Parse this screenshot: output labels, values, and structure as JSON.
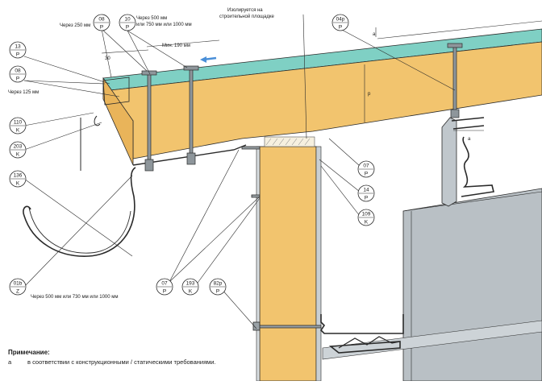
{
  "labels": {
    "every_250": "Через 250 мм",
    "every_500_750_1000": "Через 500 мм",
    "every_500_750_1000_b": "или 750 мм или 1000 мм",
    "min_190": "Мин. 190 мм",
    "site_made": "Изолируется на",
    "site_made_b": "строительной площадке",
    "every_125": "Через 125 мм",
    "every_500_730_1000": "Через 500 мм или 730 мм или 1000 мм",
    "dim_30": "30",
    "dim_a": "a",
    "dim_p": "p",
    "dim_a2": "a"
  },
  "callouts": [
    {
      "id": "c08a",
      "num": "08",
      "letter": "P"
    },
    {
      "id": "c10",
      "num": "10",
      "letter": "P"
    },
    {
      "id": "c04p",
      "num": "04p",
      "letter": "P"
    },
    {
      "id": "c13",
      "num": "13",
      "letter": "P"
    },
    {
      "id": "c08b",
      "num": "08",
      "letter": "P"
    },
    {
      "id": "c110",
      "num": "110",
      "letter": "K"
    },
    {
      "id": "c203",
      "num": "203",
      "letter": "K"
    },
    {
      "id": "c136",
      "num": "136",
      "letter": "K"
    },
    {
      "id": "c01b",
      "num": "01b",
      "letter": "Z"
    },
    {
      "id": "c07a",
      "num": "07",
      "letter": "P"
    },
    {
      "id": "c193",
      "num": "193",
      "letter": "K"
    },
    {
      "id": "c82p",
      "num": "82p",
      "letter": "P"
    },
    {
      "id": "c07b",
      "num": "07",
      "letter": "P"
    },
    {
      "id": "c14",
      "num": "14",
      "letter": "P"
    },
    {
      "id": "c109",
      "num": "109",
      "letter": "K"
    }
  ],
  "note": {
    "title": "Примечание:",
    "key": "a",
    "text": "в соответствии с конструкционными / статическими требованиями."
  }
}
